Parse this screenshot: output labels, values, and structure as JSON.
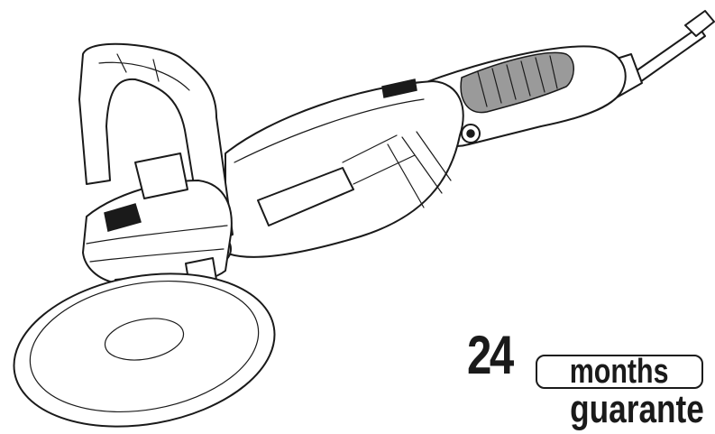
{
  "figure": {
    "subject": "angle polisher line drawing",
    "colors": {
      "line": "#1a1a1a",
      "background": "#ffffff",
      "grip": "#9a9a9a"
    }
  },
  "guarantee": {
    "number": "24",
    "unit": "months",
    "word": "guarante"
  }
}
